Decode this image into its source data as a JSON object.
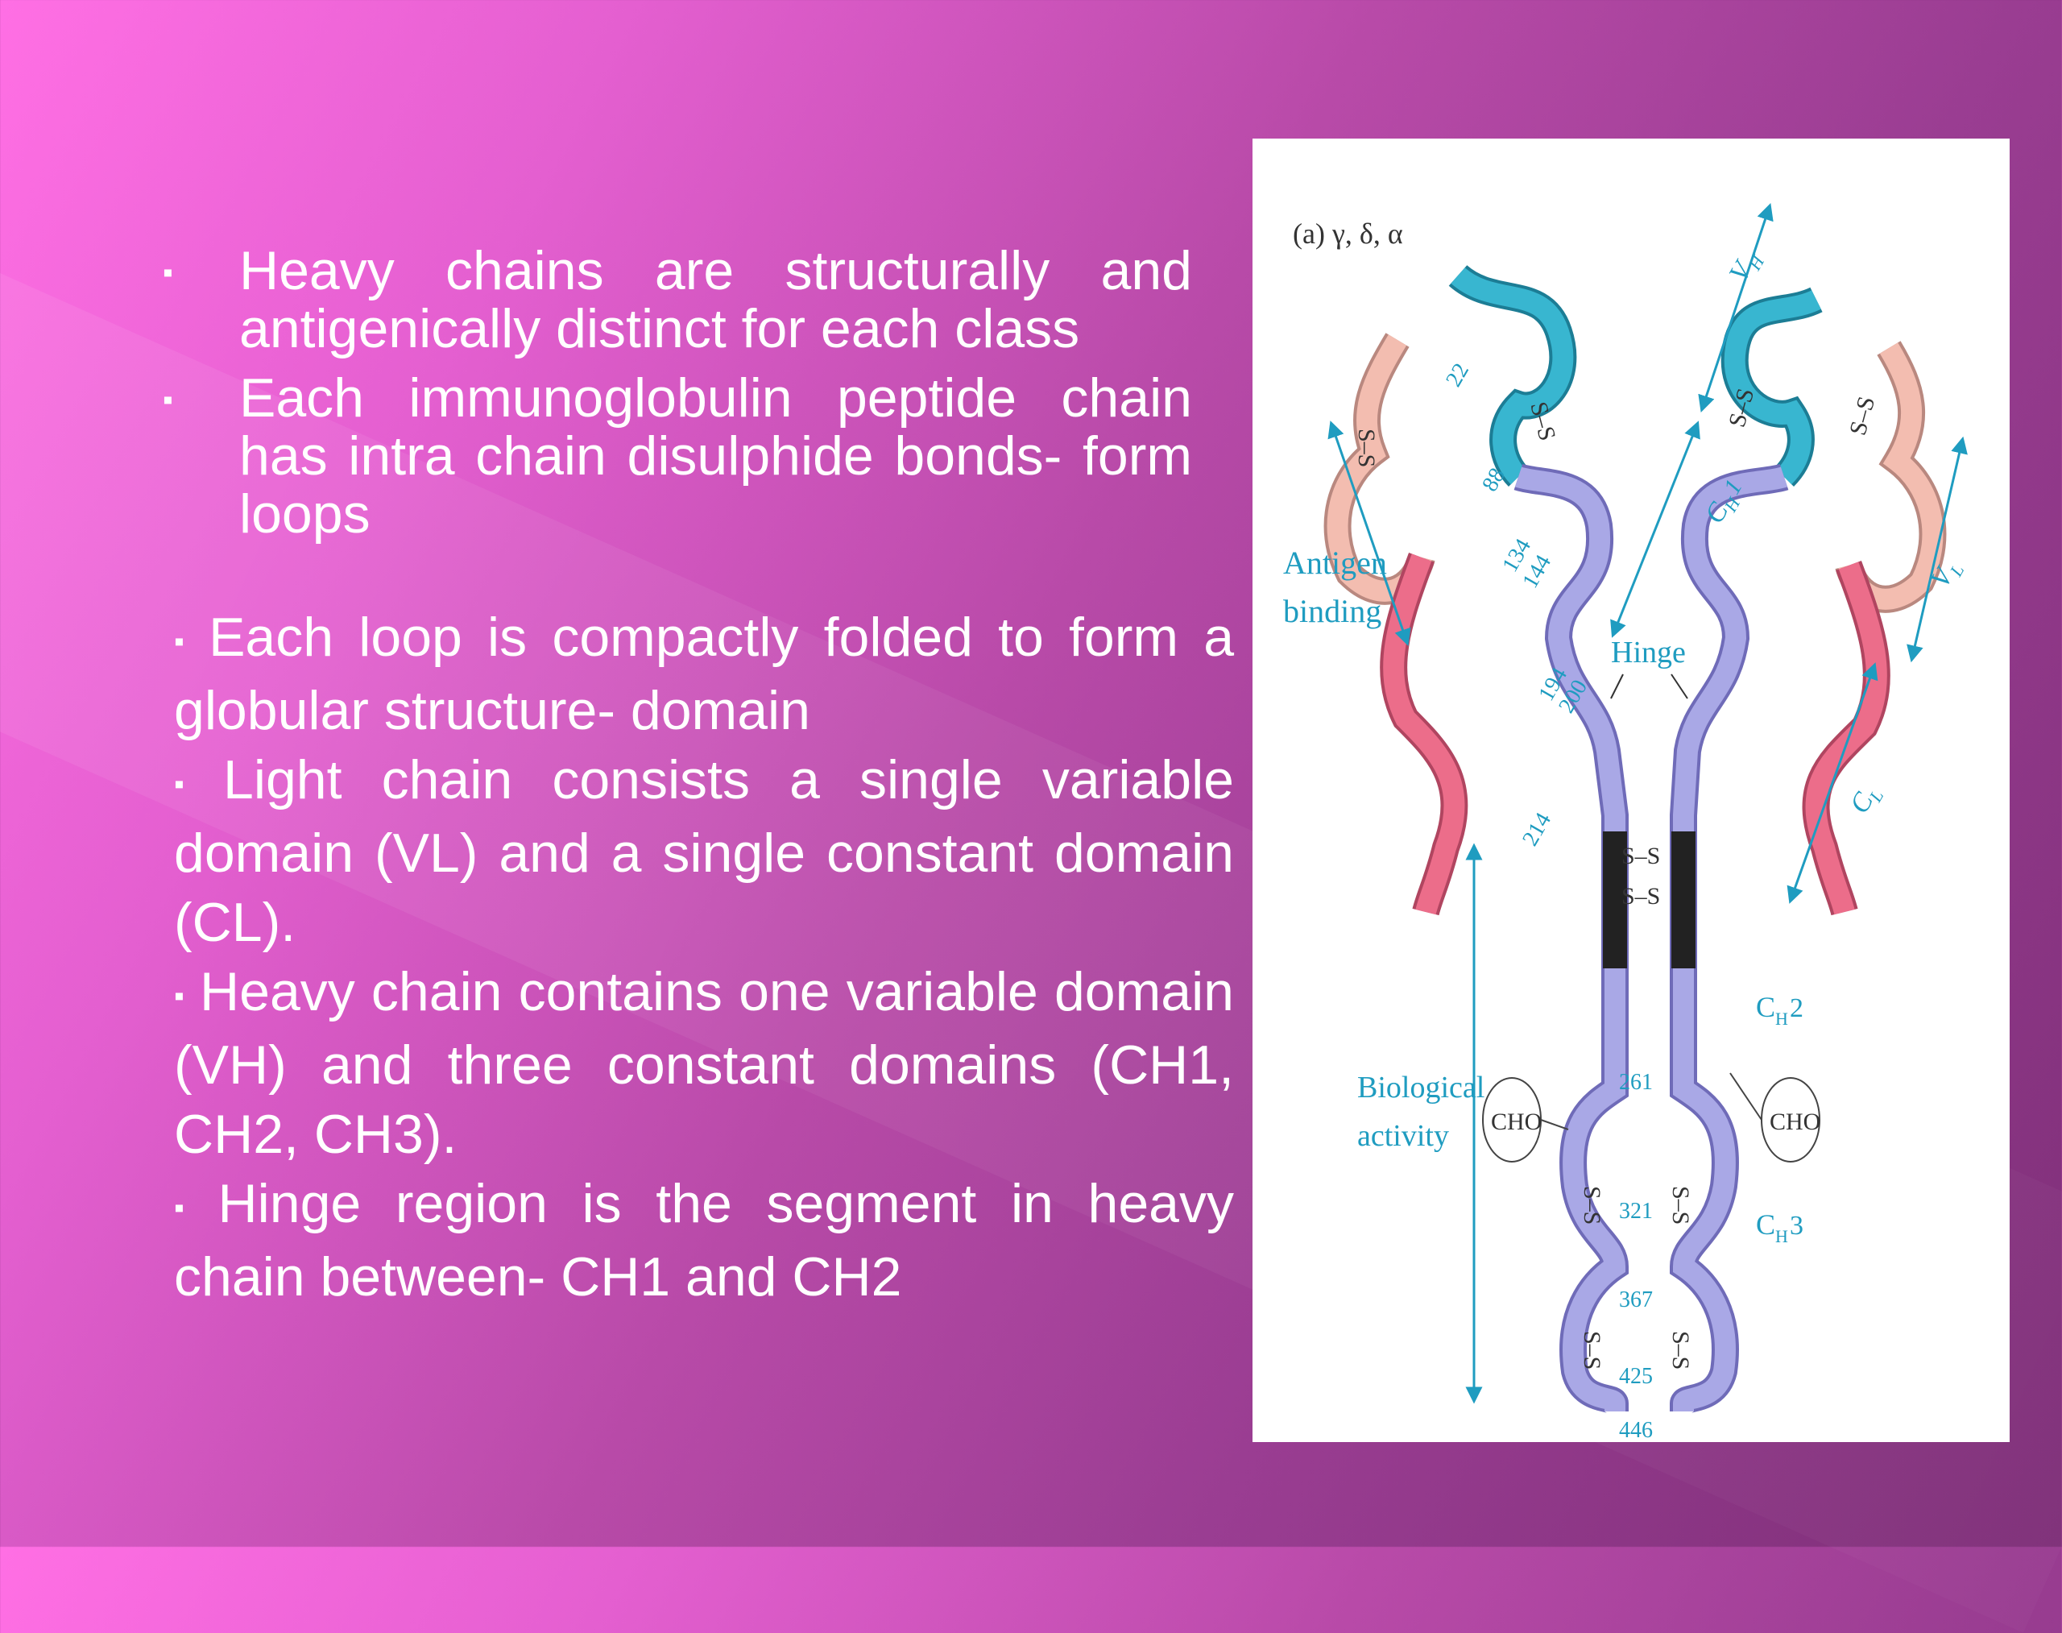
{
  "upper_bullets": [
    "Heavy chains are structurally  and antigenically distinct for  each class",
    "Each immunoglobulin peptide  chain has intra chain  disulphide bonds- form loops"
  ],
  "lower_bullets": [
    "Each loop is compactly folded to form a globular structure-  domain",
    "Light chain consists a single variable domain (VL) and a single constant domain (CL).",
    "Heavy chain contains one variable domain (VH) and three constant domains (CH1, CH2, CH3).",
    "Hinge region is the segment in heavy chain between- CH1 and CH2"
  ],
  "bullet_glyph": "▪",
  "figure": {
    "panel_label": "(a) γ, δ, α",
    "antigen_label": [
      "Antigen",
      "binding"
    ],
    "hinge_label": "Hinge",
    "bio_label": [
      "Biological",
      "activity"
    ],
    "cho_label": "CHO",
    "ss_label": "S–S",
    "domains": {
      "vh": "V",
      "vh_sub": "H",
      "vl": "V",
      "vl_sub": "L",
      "ch1": "C",
      "ch1_sub": "H",
      "ch1_num": "1",
      "cl": "C",
      "cl_sub": "L",
      "ch2": "C",
      "ch2_sub": "H",
      "ch2_num": "2",
      "ch3": "C",
      "ch3_sub": "H",
      "ch3_num": "3"
    },
    "residue_numbers": [
      "22",
      "88",
      "134",
      "144",
      "194",
      "200",
      "214",
      "261",
      "321",
      "367",
      "425",
      "446"
    ],
    "colors": {
      "heavy_variable": "#38b6d0",
      "heavy_constant": "#a9a8e6",
      "light_variable": "#f3bdb0",
      "light_constant": "#ec6d8a",
      "hinge": "#222222",
      "arrow": "#1f9cc0"
    }
  }
}
